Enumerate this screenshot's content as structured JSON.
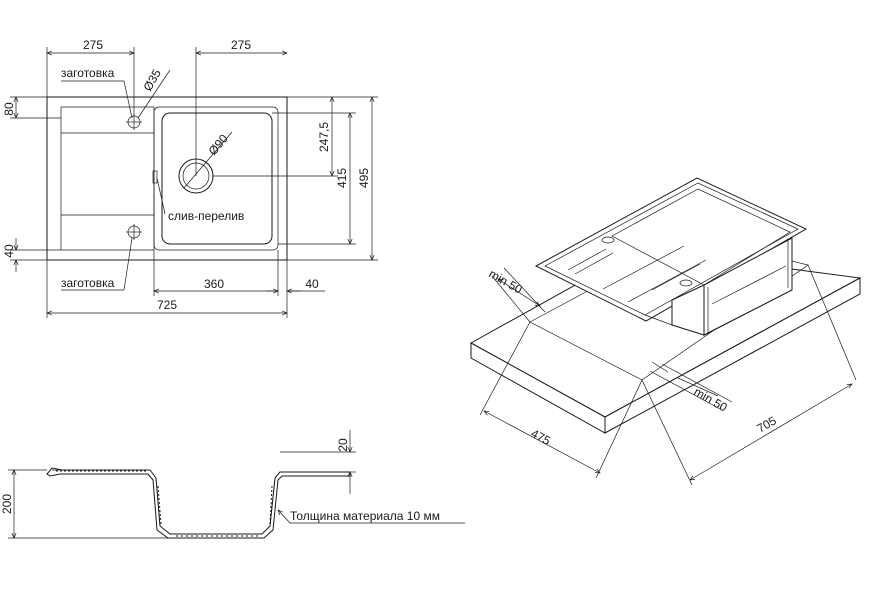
{
  "top_view": {
    "dim_top_left": "275",
    "dim_top_right": "275",
    "label_blank_top": "заготовка",
    "label_dia35": "Ø35",
    "label_dia90": "Ø90",
    "label_overflow": "слив-перелив",
    "label_blank_bottom": "заготовка",
    "dim_80": "80",
    "dim_40_left": "40",
    "dim_247": "247,5",
    "dim_415": "415",
    "dim_495": "495",
    "dim_360": "360",
    "dim_40_bottom": "40",
    "dim_725": "725"
  },
  "section_view": {
    "dim_200": "200",
    "dim_20": "20",
    "label_material": "Толщина материала 10 мм"
  },
  "iso_view": {
    "dim_min50_left": "min 50",
    "dim_min50_right": "min 50",
    "dim_475": "475",
    "dim_705": "705"
  }
}
